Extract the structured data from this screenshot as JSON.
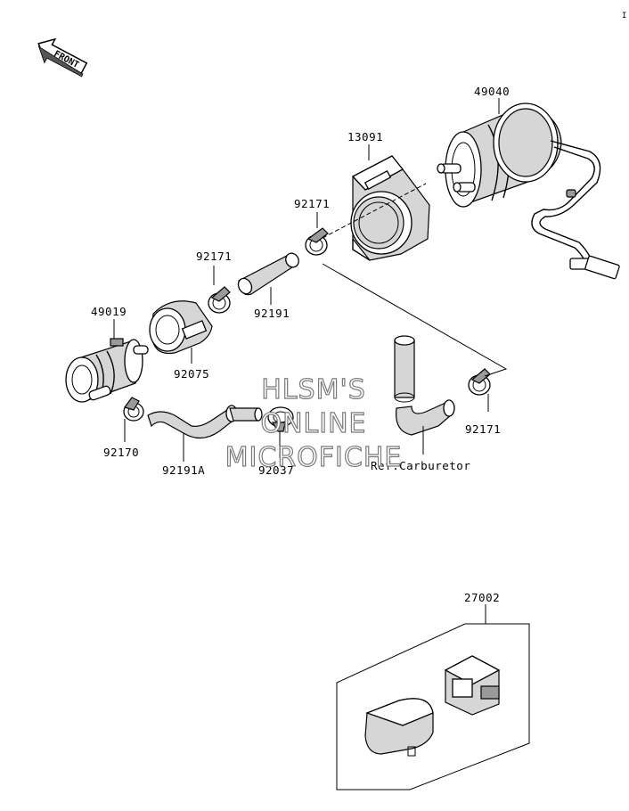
{
  "compass": {
    "label": "FRONT"
  },
  "corner_mark": "I",
  "watermark": {
    "line1": "HLSM'S",
    "line2": "ONLINE",
    "line3": "MICROFICHE"
  },
  "parts": [
    {
      "id": "49040"
    },
    {
      "id": "13091"
    },
    {
      "id": "92171"
    },
    {
      "id": "92171"
    },
    {
      "id": "92191"
    },
    {
      "id": "49019"
    },
    {
      "id": "92075"
    },
    {
      "id": "92171"
    },
    {
      "id": "92170"
    },
    {
      "id": "92191A"
    },
    {
      "id": "92037"
    },
    {
      "id": "27002"
    }
  ],
  "reference": {
    "label": "Ref.Carburetor"
  }
}
